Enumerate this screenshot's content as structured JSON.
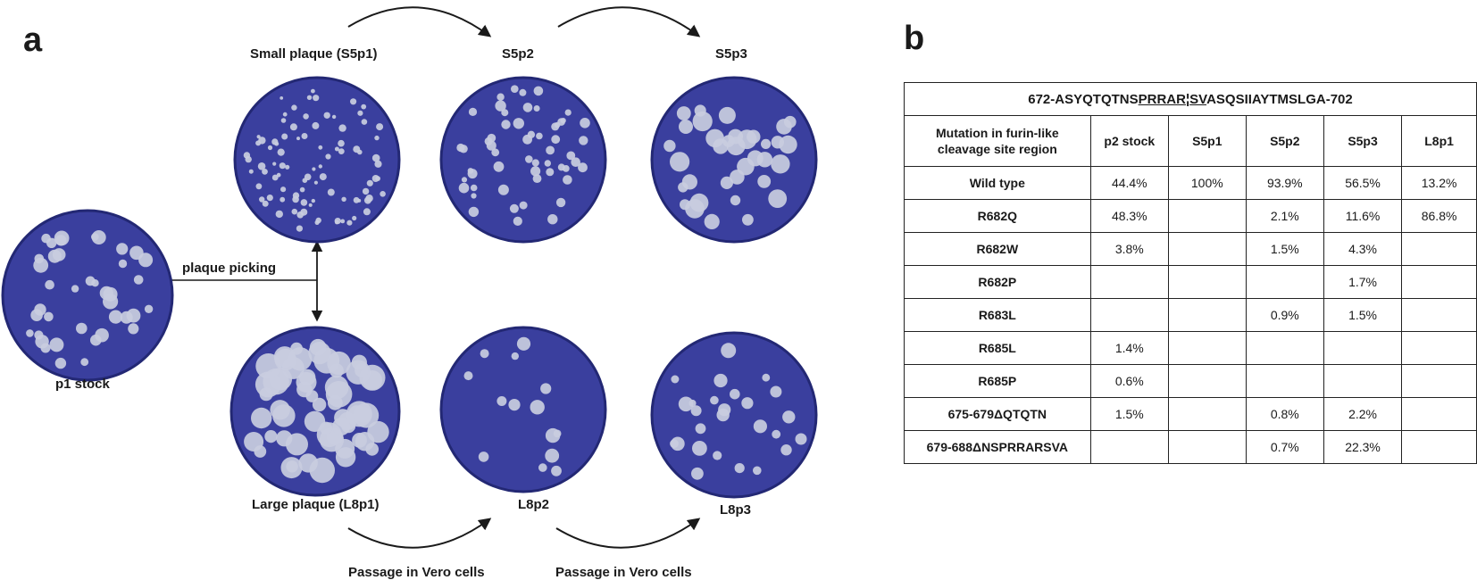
{
  "panel_a": {
    "letter": "a",
    "dishes": {
      "p1": "p1 stock",
      "s5p1": "Small plaque (S5p1)",
      "s5p2": "S5p2",
      "s5p3": "S5p3",
      "l8p1": "Large plaque (L8p1)",
      "l8p2": "L8p2",
      "l8p3": "L8p3"
    },
    "plaque_picking": "plaque picking",
    "passage_left": "Passage in Vero cells",
    "passage_right": "Passage in Vero cells"
  },
  "panel_b": {
    "letter": "b",
    "sequence": {
      "prefix": "672-ASYQTQTNS",
      "underlined_1": "PRRAR",
      "separator": "¦",
      "underlined_2": "SV",
      "suffix": "ASQSIIAYTMSLGA-702"
    },
    "header": {
      "mutation": "Mutation in furin-like cleavage site region",
      "cols": [
        "p2 stock",
        "S5p1",
        "S5p2",
        "S5p3",
        "L8p1"
      ]
    },
    "rows": [
      {
        "label": "Wild type",
        "cells": [
          "44.4%",
          "100%",
          "93.9%",
          "56.5%",
          "13.2%"
        ]
      },
      {
        "label": "R682Q",
        "cells": [
          "48.3%",
          "",
          "2.1%",
          "11.6%",
          "86.8%"
        ]
      },
      {
        "label": "R682W",
        "cells": [
          "3.8%",
          "",
          "1.5%",
          "4.3%",
          ""
        ]
      },
      {
        "label": "R682P",
        "cells": [
          "",
          "",
          "",
          "1.7%",
          ""
        ]
      },
      {
        "label": "R683L",
        "cells": [
          "",
          "",
          "0.9%",
          "1.5%",
          ""
        ]
      },
      {
        "label": "R685L",
        "cells": [
          "1.4%",
          "",
          "",
          "",
          ""
        ]
      },
      {
        "label": "R685P",
        "cells": [
          "0.6%",
          "",
          "",
          "",
          ""
        ]
      },
      {
        "label": "675-679ΔQTQTN",
        "cells": [
          "1.5%",
          "",
          "0.8%",
          "2.2%",
          ""
        ]
      },
      {
        "label": "679-688ΔNSPRRARSVA",
        "cells": [
          "",
          "",
          "0.7%",
          "22.3%",
          ""
        ]
      }
    ]
  },
  "colors": {
    "dish_fill": "#3a3f9e",
    "dish_edge": "#232874",
    "plaque": "#c9cde0"
  }
}
